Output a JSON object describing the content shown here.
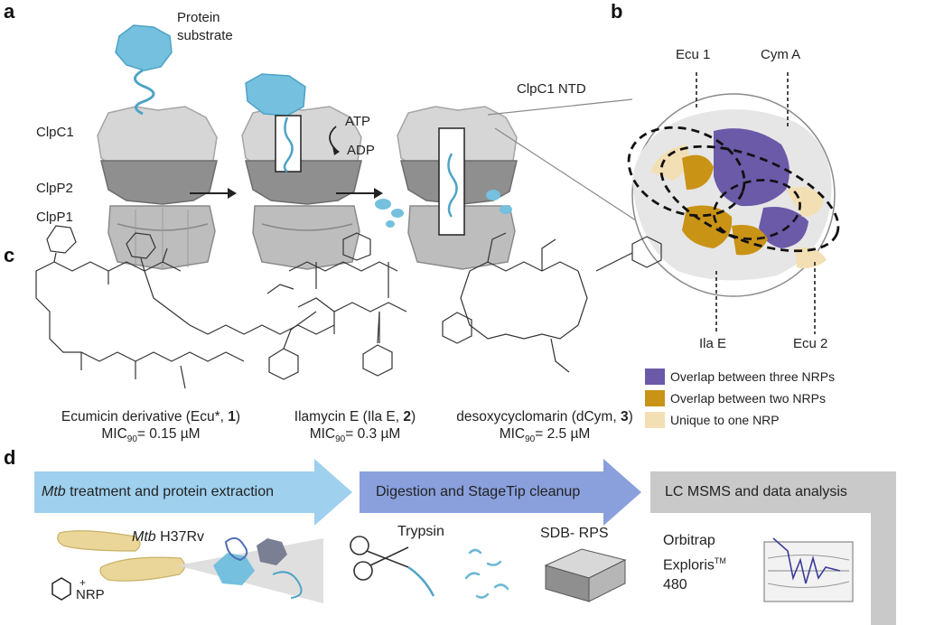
{
  "panels": {
    "a": "a",
    "b": "b",
    "c": "c",
    "d": "d"
  },
  "panel_a": {
    "protein_substrate": [
      "Protein",
      "substrate"
    ],
    "clpc1": "ClpC1",
    "clpp2": "ClpP2",
    "clpp1": "ClpP1",
    "atp": "ATP",
    "adp": "ADP",
    "ntd_label": "ClpC1 NTD"
  },
  "panel_b": {
    "ecu1": "Ecu 1",
    "cyma": "Cym A",
    "ilae": "Ila E",
    "ecu2": "Ecu 2",
    "legend": [
      {
        "label": "Overlap between three NRPs",
        "color": "#6a5aa8"
      },
      {
        "label": "Overlap between two NRPs",
        "color": "#c99316"
      },
      {
        "label": "Unique to one NRP",
        "color": "#f3dfb4"
      }
    ]
  },
  "panel_c": {
    "compounds": [
      {
        "name_pre": "Ecumicin derivative (Ecu*, ",
        "num": "1",
        "name_post": ")",
        "mic_label": "MIC",
        "mic_sub": "90",
        "mic_value": "= 0.15 µM"
      },
      {
        "name_pre": "Ilamycin E (Ila E, ",
        "num": "2",
        "name_post": ")",
        "mic_label": "MIC",
        "mic_sub": "90",
        "mic_value": "= 0.3 µM"
      },
      {
        "name_pre": "desoxycyclomarin (dCym, ",
        "num": "3",
        "name_post": ")",
        "mic_label": "MIC",
        "mic_sub": "90",
        "mic_value": "= 2.5 µM"
      }
    ]
  },
  "panel_d": {
    "step1_italic": "Mtb",
    "step1_rest": " treatment and protein extraction",
    "step2": "Digestion and StageTip cleanup",
    "step3": "LC MSMS and data analysis",
    "mtb_italic": "Mtb",
    "mtb_rest": " H37Rv",
    "nrp_plus": "+",
    "nrp": "NRP",
    "trypsin": "Trypsin",
    "sdb": "SDB- RPS",
    "orbitrap": "Orbitrap",
    "exploris": "Exploris",
    "tm": "TM",
    "model": "480"
  },
  "colors": {
    "protein_blue": "#74c0de",
    "clp_light": "#cfcfcf",
    "clp_dark": "#8d8d8d",
    "nrp_purple": "#6a5aa8",
    "nrp_gold": "#c99316",
    "nrp_beige": "#f3dfb4",
    "arrow1": "#9fd0ee",
    "arrow2": "#8aa0dc",
    "arrow3": "#c9c9c9"
  }
}
